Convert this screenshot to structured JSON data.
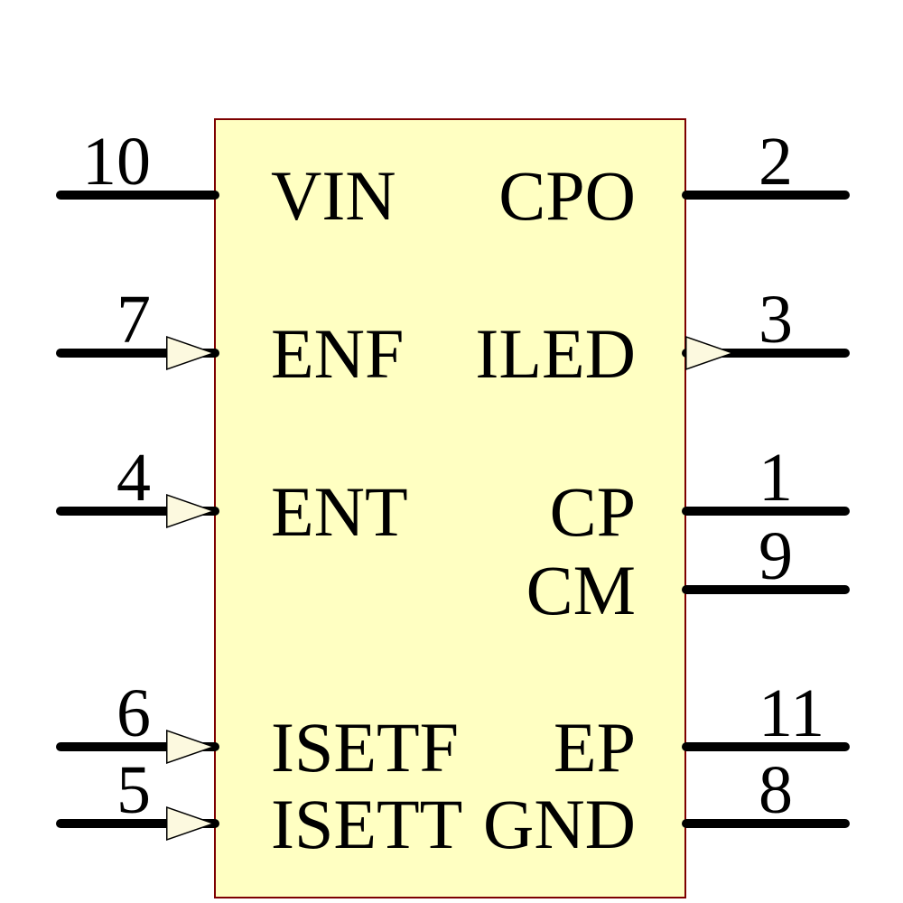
{
  "diagram": {
    "kind": "ic-schematic-symbol",
    "colors": {
      "body_fill": "#FFFFC2",
      "body_border": "#7D0000",
      "wire": "#000000",
      "arrow_fill": "#FCF9DF",
      "arrow_stroke": "#000000",
      "text": "#000000",
      "background": "#FFFFFF"
    },
    "left_pins": [
      {
        "number": "10",
        "name": "VIN",
        "arrow": false,
        "row": 0
      },
      {
        "number": "7",
        "name": "ENF",
        "arrow": true,
        "row": 1
      },
      {
        "number": "4",
        "name": "ENT",
        "arrow": true,
        "row": 2
      },
      {
        "number": "6",
        "name": "ISETF",
        "arrow": true,
        "row": 4
      },
      {
        "number": "5",
        "name": "ISETT",
        "arrow": true,
        "row": 5
      }
    ],
    "right_pins": [
      {
        "number": "2",
        "name": "CPO",
        "arrow": false,
        "row": 0
      },
      {
        "number": "3",
        "name": "ILED",
        "arrow": true,
        "row": 1
      },
      {
        "number": "1",
        "name": "CP",
        "arrow": false,
        "row": 2
      },
      {
        "number": "9",
        "name": "CM",
        "arrow": false,
        "row": 3
      },
      {
        "number": "11",
        "name": "EP",
        "arrow": false,
        "row": 4
      },
      {
        "number": "8",
        "name": "GND",
        "arrow": false,
        "row": 5
      }
    ]
  }
}
